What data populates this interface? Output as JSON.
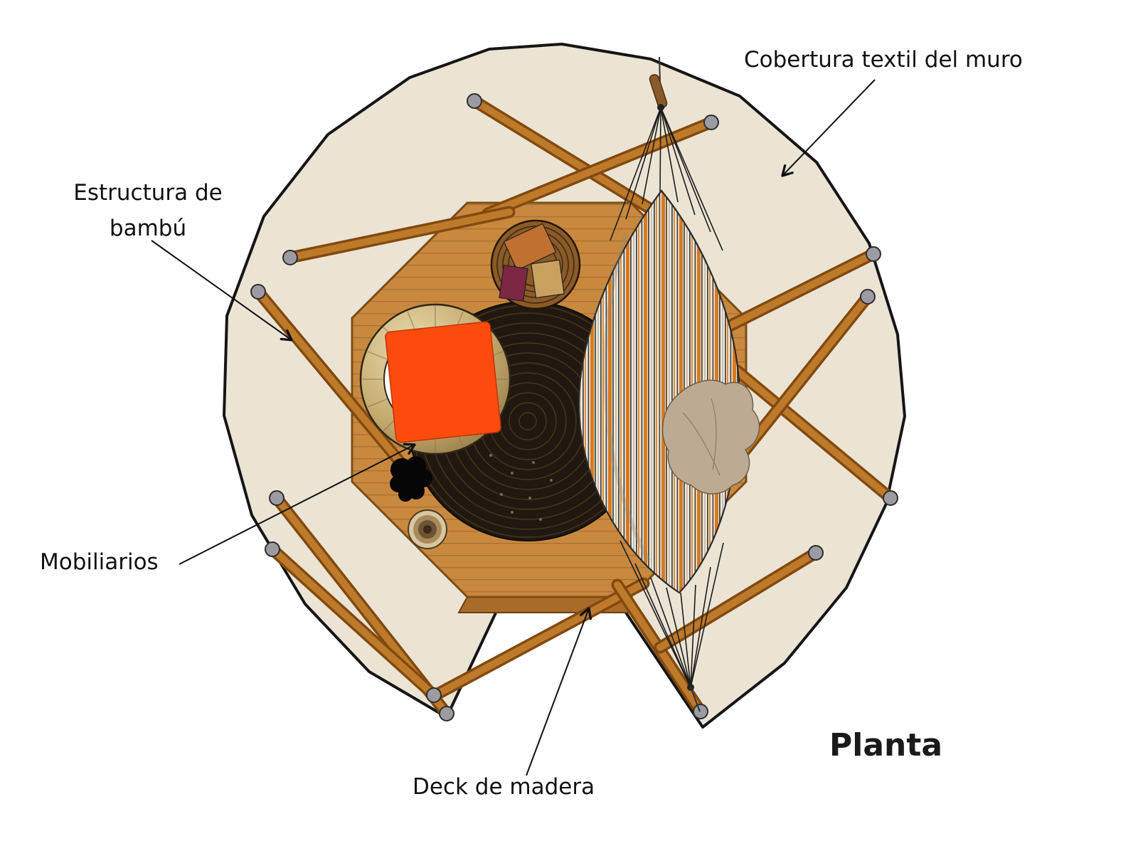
{
  "title": "Planta",
  "annotations": {
    "wall": "Cobertura  textil del muro",
    "structure_line1": "Estructura de",
    "structure_line2": "bambú",
    "furniture": "Mobiliarios",
    "deck": "Deck de madera"
  },
  "colors": {
    "background": "#ffffff",
    "wall_fill": "#ebe4d4",
    "wall_stroke": "#151515",
    "deck_fill": "#c8893f",
    "deck_stroke": "#7d4e16",
    "deck_lip": "#a96b28",
    "bamboo_dark": "#83490f",
    "bamboo_light": "#bd7a2b",
    "joint_fill": "#9b9ba1",
    "rug_fill": "#211910",
    "chair_ring_edge": "#2e2618",
    "cushion_fill": "#fd4b0e",
    "basket_fill": "#8a5a28",
    "hammock_base": "#efe9dd",
    "hammock_orange": "#d87a1e",
    "hammock_line": "#4a473f",
    "blanket_fill": "#bcab92",
    "plant_fill": "#060606",
    "text_color": "#111111"
  }
}
